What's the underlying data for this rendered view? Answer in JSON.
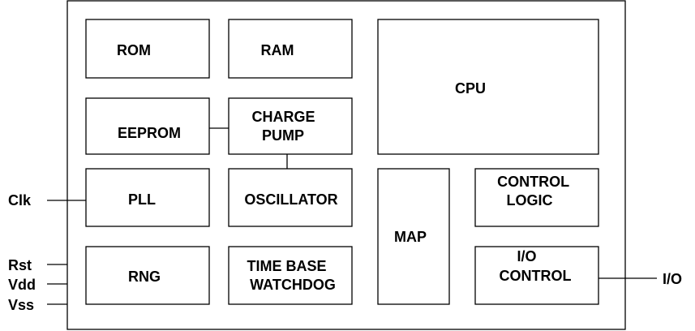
{
  "blocks": {
    "rom": "ROM",
    "ram": "RAM",
    "cpu": "CPU",
    "eeprom": "EEPROM",
    "charge_pump": [
      "CHARGE",
      "PUMP"
    ],
    "pll": "PLL",
    "oscillator": "OSCILLATOR",
    "map": "MAP",
    "control_logic": [
      "CONTROL",
      "LOGIC"
    ],
    "rng": "RNG",
    "time_base_watchdog": [
      "TIME BASE",
      "WATCHDOG"
    ],
    "io_control": [
      "I/O",
      "CONTROL"
    ]
  },
  "pins": {
    "clk": "Clk",
    "rst": "Rst",
    "vdd": "Vdd",
    "vss": "Vss",
    "io": "I/O"
  }
}
